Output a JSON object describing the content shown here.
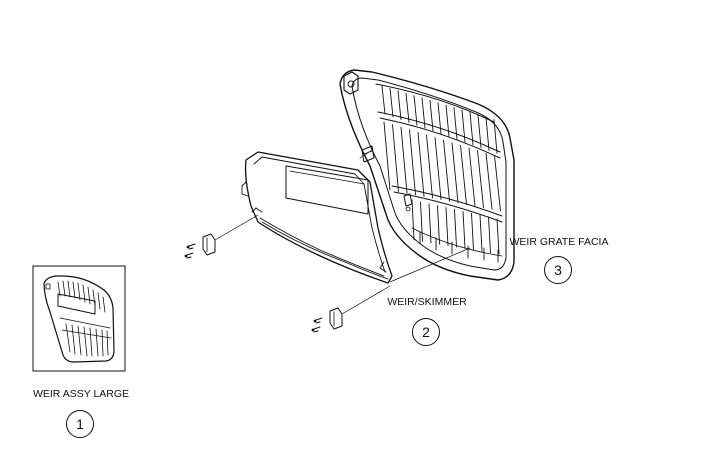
{
  "parts": [
    {
      "label": "WEIR ASSY LARGE",
      "number": "1"
    },
    {
      "label": "WEIR/SKIMMER",
      "number": "2"
    },
    {
      "label": "WEIR GRATE FACIA",
      "number": "3"
    }
  ],
  "colors": {
    "line": "#111111",
    "background": "#ffffff"
  }
}
